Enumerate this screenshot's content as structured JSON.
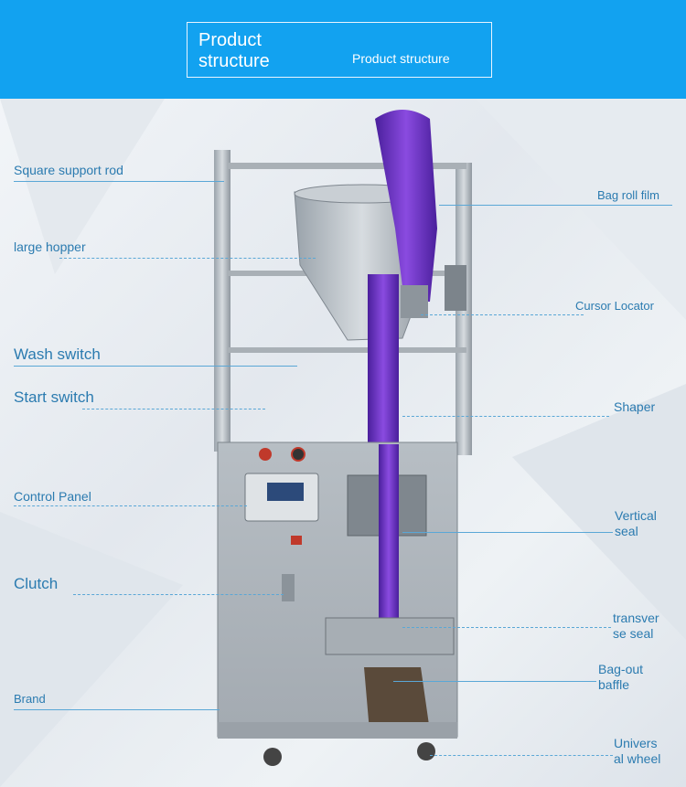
{
  "header": {
    "title": "Product\nstructure",
    "subtitle": "Product structure"
  },
  "labels": {
    "square_support_rod": "Square support rod",
    "large_hopper": "large hopper",
    "wash_switch": "Wash switch",
    "start_switch": "Start switch",
    "control_panel": "Control Panel",
    "clutch": "Clutch",
    "brand": "Brand",
    "bag_roll_film": "Bag roll film",
    "cursor_locator": "Cursor Locator",
    "shaper": "Shaper",
    "vertical_seal": "Vertical\nseal",
    "transverse_seal": "transver\nse seal",
    "bag_out_baffle": "Bag-out\nbaffle",
    "universal_wheel": "Univers\nal wheel"
  },
  "colors": {
    "header_bg": "#12a2f0",
    "label_text": "#2b7bb0",
    "film_purple": "#6a2fc0"
  }
}
